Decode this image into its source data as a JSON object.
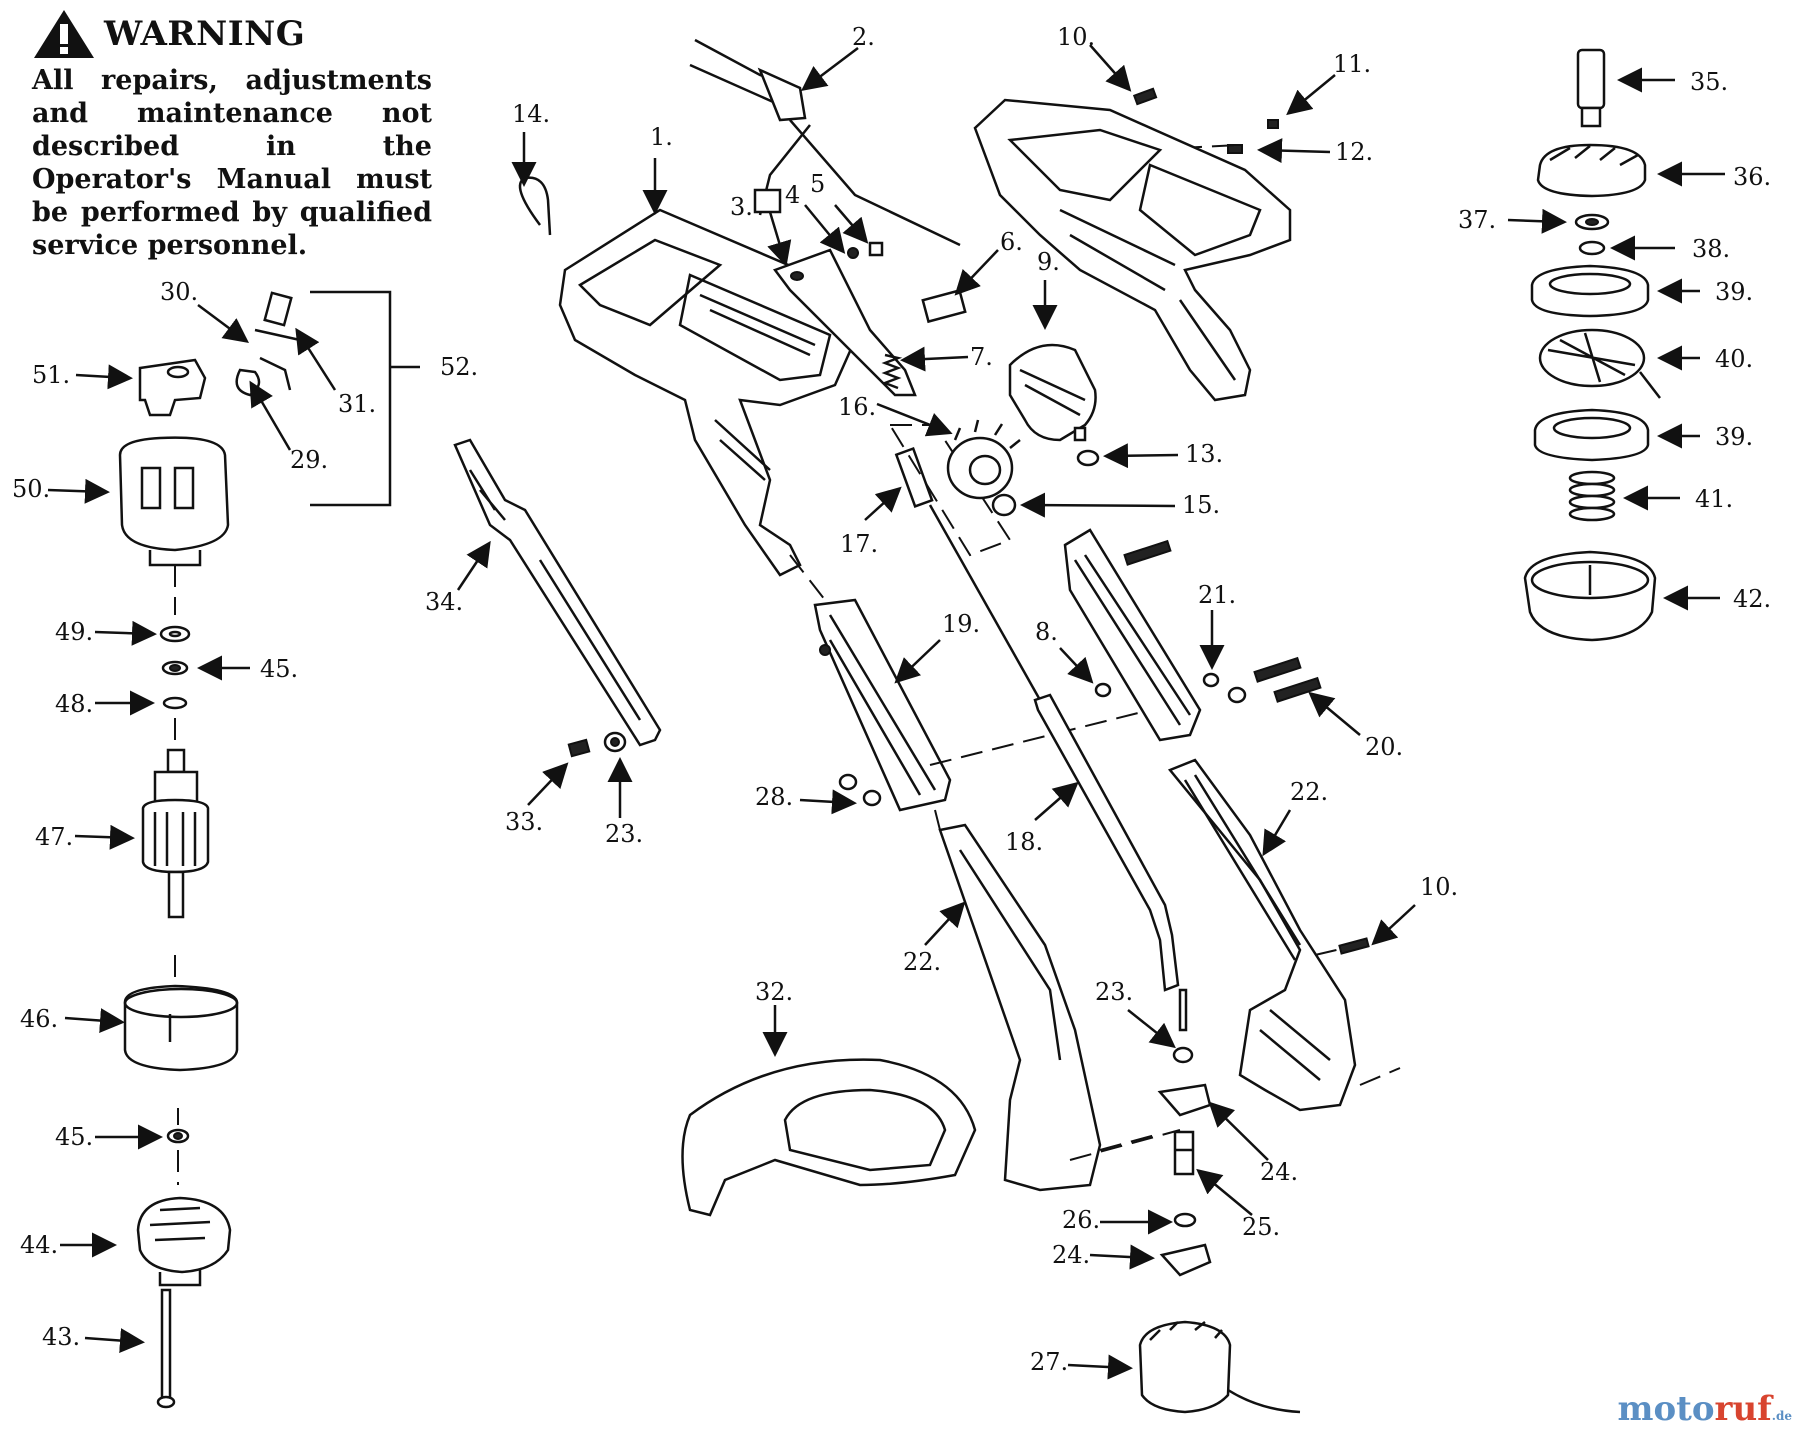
{
  "warning": {
    "title": "WARNING",
    "text": "All repairs, adjustments and maintenance not described in the Operator's Manual must be performed by qualified service personnel.",
    "icon": "warning-triangle-icon"
  },
  "labels": {
    "p1": "1.",
    "p2": "2.",
    "p3": "3.",
    "p4": "4",
    "p5": "5",
    "p6": "6.",
    "p7": "7.",
    "p8": "8.",
    "p9": "9.",
    "p10a": "10.",
    "p10b": "10.",
    "p11": "11.",
    "p12": "12.",
    "p13": "13.",
    "p14": "14.",
    "p15": "15.",
    "p16": "16.",
    "p17": "17.",
    "p18": "18.",
    "p19": "19.",
    "p20": "20.",
    "p21": "21.",
    "p22a": "22.",
    "p22b": "22.",
    "p23a": "23.",
    "p23b": "23.",
    "p24a": "24.",
    "p24b": "24.",
    "p25": "25.",
    "p26": "26.",
    "p27": "27.",
    "p28": "28.",
    "p29": "29.",
    "p30": "30.",
    "p31": "31.",
    "p32": "32.",
    "p33": "33.",
    "p34": "34.",
    "p35": "35.",
    "p36": "36.",
    "p37": "37.",
    "p38": "38.",
    "p39a": "39.",
    "p39b": "39.",
    "p40": "40.",
    "p41": "41.",
    "p42": "42.",
    "p43": "43.",
    "p44": "44.",
    "p45a": "45.",
    "p45b": "45.",
    "p46": "46.",
    "p47": "47.",
    "p48": "48.",
    "p49": "49.",
    "p50": "50.",
    "p51": "51.",
    "p52": "52."
  },
  "watermark": {
    "part1": "moto",
    "part2": "ruf",
    "part3": ".de"
  }
}
